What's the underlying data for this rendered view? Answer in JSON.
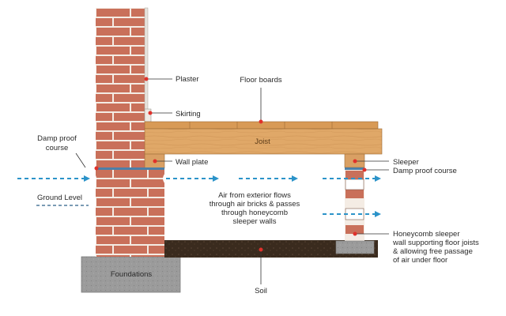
{
  "diagram": {
    "labels": {
      "plaster": "Plaster",
      "floor_boards": "Floor boards",
      "skirting": "Skirting",
      "joist": "Joist",
      "damp_proof_course_left_1": "Damp proof",
      "damp_proof_course_left_2": "course",
      "wall_plate": "Wall plate",
      "sleeper": "Sleeper",
      "damp_proof_course_right": "Damp proof course",
      "ground_level": "Ground Level",
      "air_flow_1": "Air from exterior flows",
      "air_flow_2": "through air bricks & passes",
      "air_flow_3": "through honeycomb",
      "air_flow_4": "sleeper walls",
      "honeycomb_1": "Honeycomb sleeper",
      "honeycomb_2": "wall supporting floor joists",
      "honeycomb_3": "& allowing free passage",
      "honeycomb_4": "of air under floor",
      "foundations": "Foundations",
      "soil": "Soil"
    },
    "colors": {
      "brick": "#c9705a",
      "mortar": "#f4ece4",
      "wood": "#e0a868",
      "wood_dark": "#c98d4c",
      "soil": "#3a2b1e",
      "concrete": "#9b9b9b",
      "dpc": "#4c7fa8",
      "arrow": "#2b93c9",
      "leader_dot": "#e0312b"
    }
  }
}
